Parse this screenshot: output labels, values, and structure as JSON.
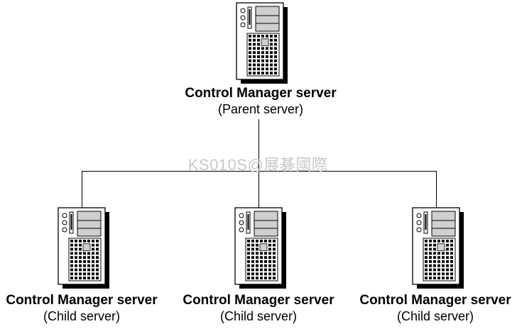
{
  "parent": {
    "name": "Control Manager server",
    "role": "(Parent server)",
    "icon": "server-tower-icon"
  },
  "children": [
    {
      "name": "Control Manager server",
      "role": "(Child server)",
      "icon": "server-tower-icon"
    },
    {
      "name": "Control Manager server",
      "role": "(Child server)",
      "icon": "server-tower-icon"
    },
    {
      "name": "Control Manager server",
      "role": "(Child server)",
      "icon": "server-tower-icon"
    }
  ],
  "watermark": "KS010S@展碁國際",
  "colors": {
    "line": "#000000",
    "watermark": "#c8c8c8",
    "background": "#ffffff"
  }
}
